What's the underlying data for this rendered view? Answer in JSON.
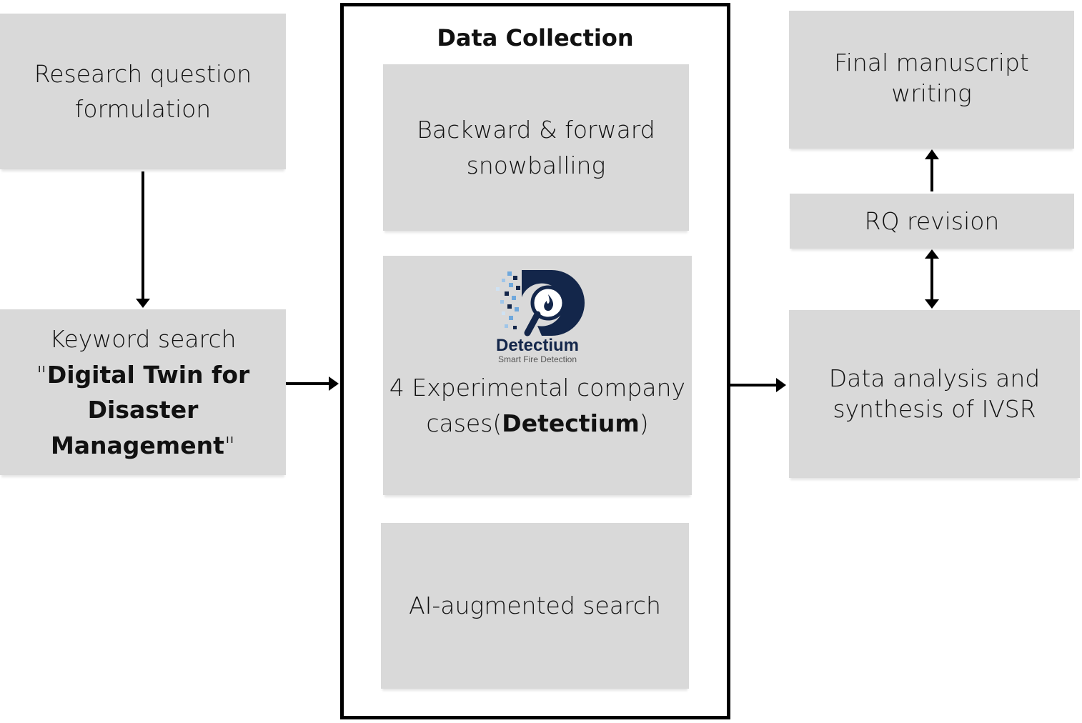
{
  "boxes": {
    "research": {
      "line1": "Research question",
      "line2": "formulation"
    },
    "keyword": {
      "line1": "Keyword search",
      "q_open": "\"",
      "bold1": "Digital Twin for",
      "bold2": "Disaster Management",
      "q_close": "\""
    },
    "collection_title": "Data Collection",
    "snowballing": {
      "line1": "Backward & forward",
      "line2": "snowballing"
    },
    "cases": {
      "logo_name": "Detectium",
      "logo_tagline": "Smart Fire Detection",
      "line1": "4 Experimental company",
      "line2_prefix": "cases(",
      "line2_bold": "Detectium",
      "line2_suffix": ")"
    },
    "ai_search": {
      "line1": "AI-augmented search"
    },
    "final": {
      "line1": "Final manuscript",
      "line2": "writing"
    },
    "rq_revision": {
      "line1": "RQ revision"
    },
    "analysis": {
      "line1": "Data analysis and",
      "line2": "synthesis of IVSR"
    }
  },
  "colors": {
    "box_fill": "#d9d9d9",
    "frame": "#000000",
    "logo_navy": "#13264a",
    "logo_accent": "#6fa8dc"
  }
}
